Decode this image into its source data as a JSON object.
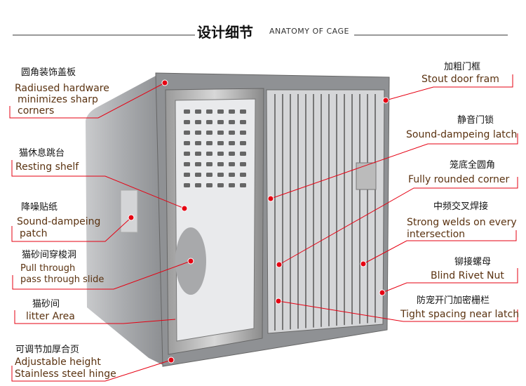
{
  "header": {
    "title_cn": "设计细节",
    "title_en": "ANATOMY OF  CAGE"
  },
  "colors": {
    "accent": "#e60012",
    "label_en": "#5a3210",
    "label_cn": "#111111"
  },
  "callouts_left": [
    {
      "cn": "圆角装饰盖板",
      "en": [
        "Radiused hardware",
        "minimizes sharp",
        "corners"
      ]
    },
    {
      "cn": "猫休息跳台",
      "en": [
        "Resting shelf"
      ]
    },
    {
      "cn": "降噪贴纸",
      "en": [
        "Sound-dampeing",
        "patch"
      ]
    },
    {
      "cn": "猫砂间穿梭洞",
      "en": [
        "Pull through",
        "pass through slide"
      ]
    },
    {
      "cn": "猫砂间",
      "en": [
        "litter Area"
      ]
    },
    {
      "cn": "可调节加厚合页",
      "en": [
        "Adjustable height",
        "Stainless steel hinge"
      ]
    }
  ],
  "callouts_right": [
    {
      "cn": "加粗门框",
      "en": [
        "Stout door fram"
      ]
    },
    {
      "cn": "静音门锁",
      "en": [
        "Sound-dampeing latch"
      ]
    },
    {
      "cn": "笼底全圆角",
      "en": [
        "Fully rounded corner"
      ]
    },
    {
      "cn": "中频交叉焊接",
      "en": [
        "Strong welds on every",
        "intersection"
      ]
    },
    {
      "cn": "铆接螺母",
      "en": [
        "Blind Rivet Nut"
      ]
    },
    {
      "cn": "防宠开门加密栅栏",
      "en": [
        "Tight spacing near latch"
      ]
    }
  ]
}
